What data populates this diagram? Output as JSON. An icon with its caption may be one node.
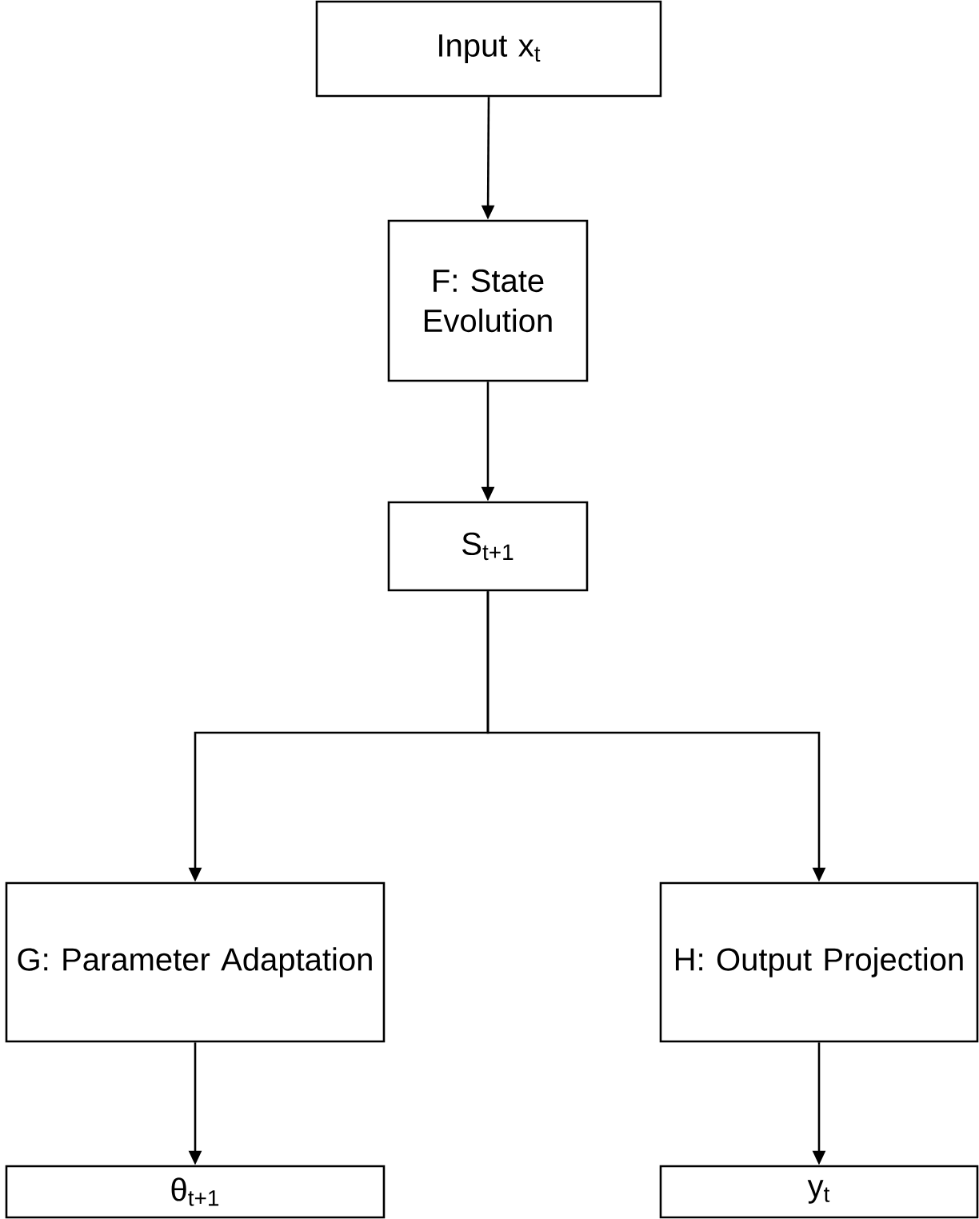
{
  "diagram": {
    "nodes": [
      {
        "text": [
          "Input x$_{t}$"
        ]
      },
      {
        "text": [
          "F: State Evolution"
        ]
      },
      {
        "text": [
          "S$_{t+1}$"
        ]
      },
      {
        "text": [
          "G:  Parameter Adaptation"
        ]
      },
      {
        "text": [
          "H: Output Projection"
        ]
      },
      {
        "text": [
          "θ$_{t+1}$"
        ]
      },
      {
        "text": [
          "y$_{t}$"
        ]
      }
    ],
    "edges": [
      {
        "from": 0,
        "to": 1,
        "arrow": "to"
      },
      {
        "from": 1,
        "to": 2,
        "arrow": "to"
      },
      {
        "from": 2,
        "to": 3,
        "arrow": "to"
      },
      {
        "from": 2,
        "to": 4,
        "arrow": "to"
      },
      {
        "from": 3,
        "to": 5,
        "arrow": "to"
      },
      {
        "from": 4,
        "to": 6,
        "arrow": "to"
      }
    ]
  }
}
